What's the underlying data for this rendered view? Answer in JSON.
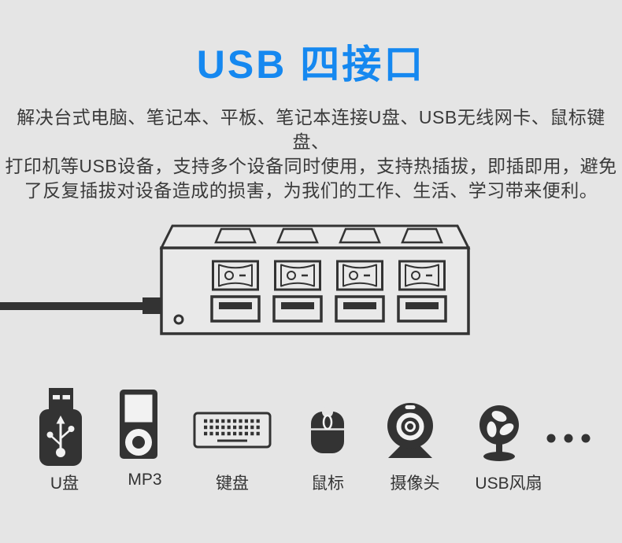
{
  "page": {
    "background_color": "#e5e5e5",
    "accent_color": "#1588f0",
    "text_color": "#3a3a3a",
    "line_art_color": "#333333"
  },
  "title": {
    "text": "USB 四接口"
  },
  "description": {
    "line1": "解决台式电脑、笔记本、平板、笔记本连接U盘、USB无线网卡、鼠标键盘、",
    "line2": "打印机等USB设备，支持多个设备同时使用，支持热插拔，即插即用，避免",
    "line3": "了反复插拔对设备造成的损害，为我们的工作、生活、学习带来便利。"
  },
  "hub_illustration": {
    "name": "four-port-usb-hub-line-drawing",
    "port_count": 4,
    "switch_marks": {
      "on": "O",
      "off": "-"
    },
    "parts": [
      "power-cable",
      "led-indicator",
      "rocker-switch",
      "usb-a-port"
    ]
  },
  "devices": [
    {
      "label": "U盘",
      "icon": "usb-flash-drive-icon"
    },
    {
      "label": "MP3",
      "icon": "mp3-player-icon"
    },
    {
      "label": "键盘",
      "icon": "keyboard-icon"
    },
    {
      "label": "鼠标",
      "icon": "mouse-icon"
    },
    {
      "label": "摄像头",
      "icon": "webcam-icon"
    },
    {
      "label": "USB风扇",
      "icon": "usb-fan-icon"
    }
  ],
  "more_icon": "ellipsis-icon"
}
